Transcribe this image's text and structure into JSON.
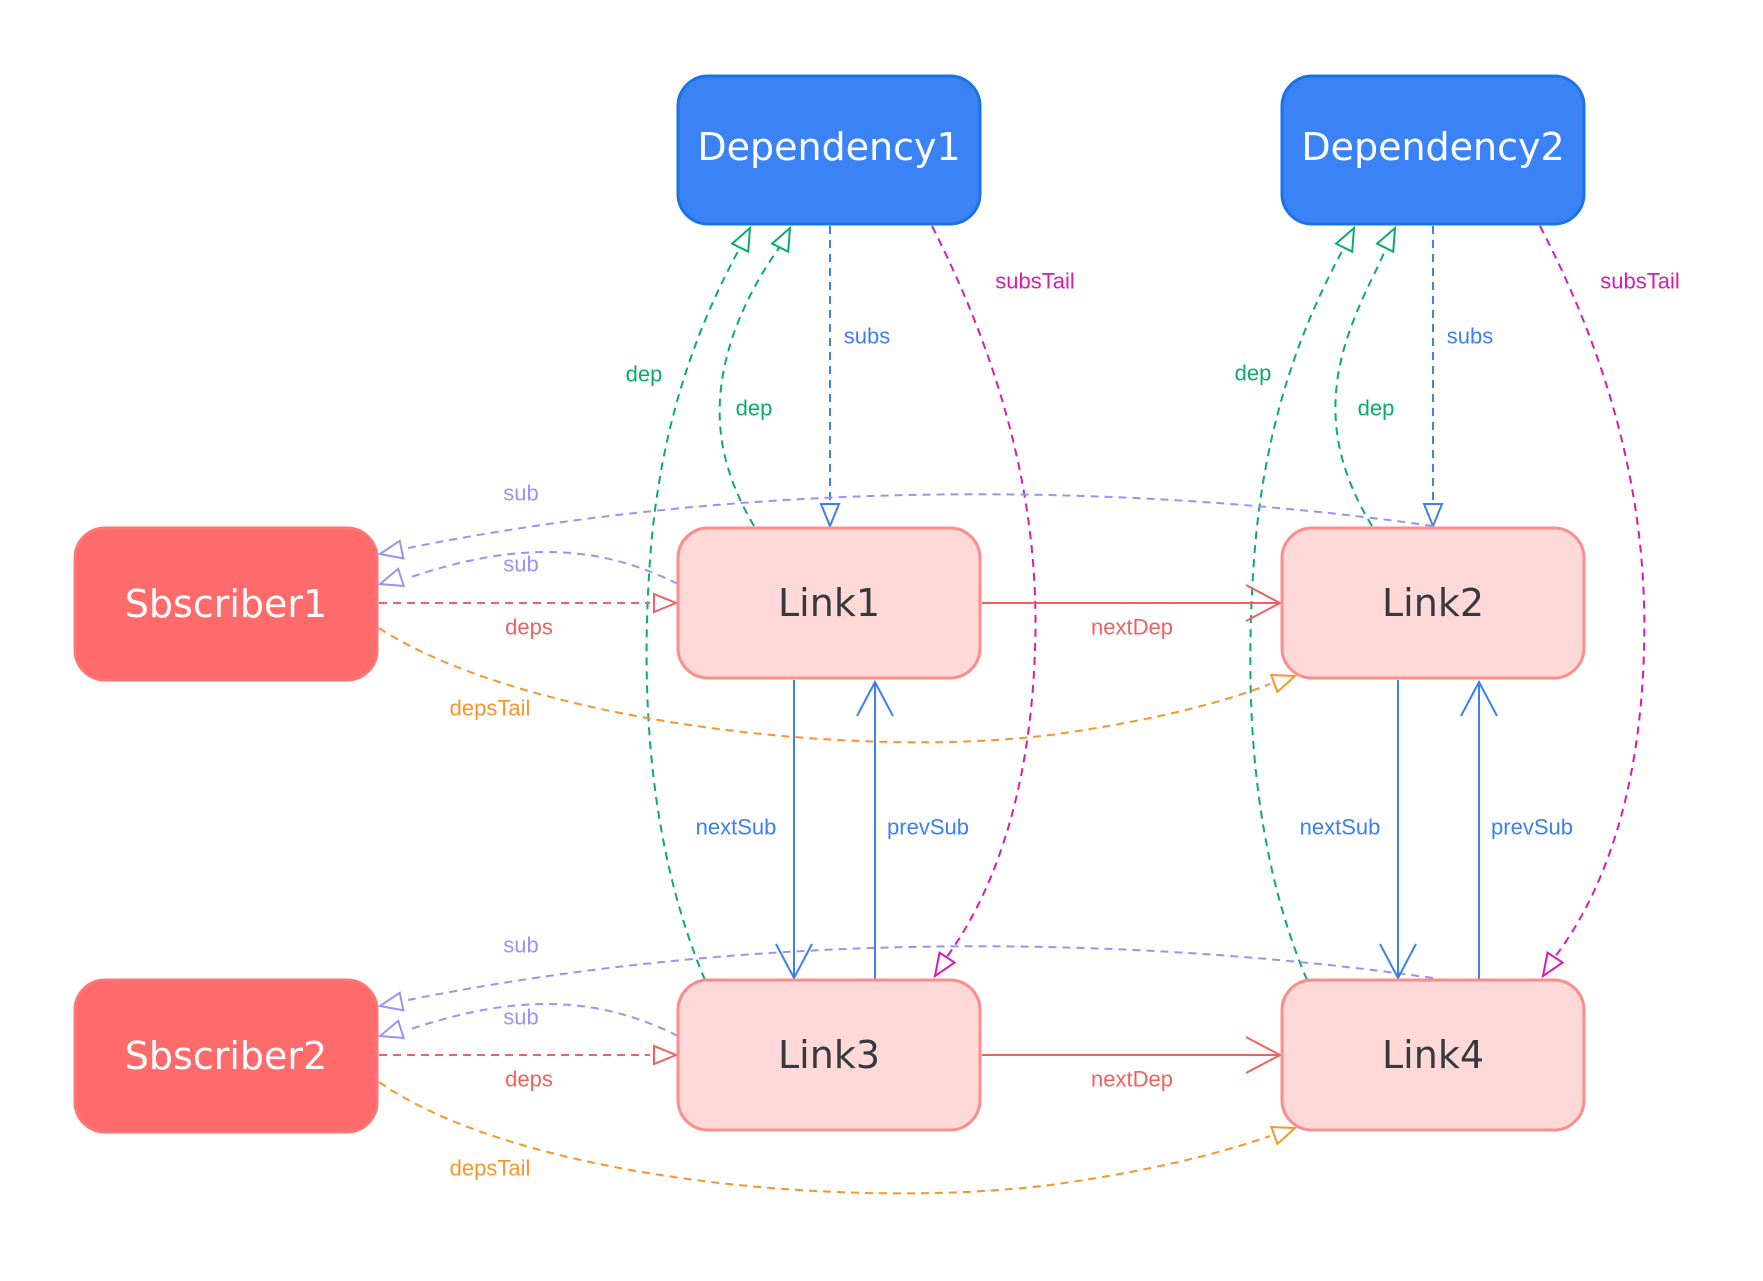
{
  "colors": {
    "dependency_fill": "#3b82f6",
    "dependency_stroke": "#1a73e8",
    "dependency_text": "#ffffff",
    "subscriber_fill": "#ff6b6b",
    "subscriber_stroke": "#ff7474",
    "subscriber_text": "#ffffff",
    "link_fill": "#ffd8d8",
    "link_stroke": "#ff8c8c",
    "link_text": "#343a40",
    "sub": "#9b92f5",
    "subs": "#3b7ff0",
    "dep": "#0bab70",
    "deps": "#f06060",
    "depsTail": "#f7952e",
    "subsTail": "#d81bb0",
    "nextDep": "#f06060",
    "nextSub": "#3b7ff0",
    "prevSub": "#3b7ff0"
  },
  "nodes": {
    "dependency1": {
      "label": "Dependency1",
      "kind": "dependency"
    },
    "dependency2": {
      "label": "Dependency2",
      "kind": "dependency"
    },
    "subscriber1": {
      "label": "Sbscriber1",
      "kind": "subscriber"
    },
    "subscriber2": {
      "label": "Sbscriber2",
      "kind": "subscriber"
    },
    "link1": {
      "label": "Link1",
      "kind": "link"
    },
    "link2": {
      "label": "Link2",
      "kind": "link"
    },
    "link3": {
      "label": "Link3",
      "kind": "link"
    },
    "link4": {
      "label": "Link4",
      "kind": "link"
    }
  },
  "edges": [
    {
      "id": "d1-subs-l1",
      "from": "dependency1",
      "to": "link1",
      "label": "subs",
      "style": "dashed",
      "color_key": "subs",
      "arrow": "hollow-triangle"
    },
    {
      "id": "d2-subs-l2",
      "from": "dependency2",
      "to": "link2",
      "label": "subs",
      "style": "dashed",
      "color_key": "subs",
      "arrow": "hollow-triangle"
    },
    {
      "id": "d1-subsTail-l3",
      "from": "dependency1",
      "to": "link3",
      "label": "subsTail",
      "style": "dashed",
      "color_key": "subsTail",
      "arrow": "hollow-triangle"
    },
    {
      "id": "d2-subsTail-l4",
      "from": "dependency2",
      "to": "link4",
      "label": "subsTail",
      "style": "dashed",
      "color_key": "subsTail",
      "arrow": "hollow-triangle"
    },
    {
      "id": "l1-dep-d1",
      "from": "link1",
      "to": "dependency1",
      "label": "dep",
      "style": "dashed",
      "color_key": "dep",
      "arrow": "hollow-triangle"
    },
    {
      "id": "l3-dep-d1",
      "from": "link3",
      "to": "dependency1",
      "label": "dep",
      "style": "dashed",
      "color_key": "dep",
      "arrow": "hollow-triangle"
    },
    {
      "id": "l2-dep-d2",
      "from": "link2",
      "to": "dependency2",
      "label": "dep",
      "style": "dashed",
      "color_key": "dep",
      "arrow": "hollow-triangle"
    },
    {
      "id": "l4-dep-d2",
      "from": "link4",
      "to": "dependency2",
      "label": "dep",
      "style": "dashed",
      "color_key": "dep",
      "arrow": "hollow-triangle"
    },
    {
      "id": "l1-sub-s1",
      "from": "link1",
      "to": "subscriber1",
      "label": "sub",
      "style": "dashed",
      "color_key": "sub",
      "arrow": "hollow-triangle"
    },
    {
      "id": "l2-sub-s1",
      "from": "link2",
      "to": "subscriber1",
      "label": "sub",
      "style": "dashed",
      "color_key": "sub",
      "arrow": "hollow-triangle"
    },
    {
      "id": "l3-sub-s2",
      "from": "link3",
      "to": "subscriber2",
      "label": "sub",
      "style": "dashed",
      "color_key": "sub",
      "arrow": "hollow-triangle"
    },
    {
      "id": "l4-sub-s2",
      "from": "link4",
      "to": "subscriber2",
      "label": "sub",
      "style": "dashed",
      "color_key": "sub",
      "arrow": "hollow-triangle"
    },
    {
      "id": "s1-deps-l1",
      "from": "subscriber1",
      "to": "link1",
      "label": "deps",
      "style": "dashed",
      "color_key": "deps",
      "arrow": "hollow-triangle"
    },
    {
      "id": "s2-deps-l3",
      "from": "subscriber2",
      "to": "link3",
      "label": "deps",
      "style": "dashed",
      "color_key": "deps",
      "arrow": "hollow-triangle"
    },
    {
      "id": "s1-depsTail-l2",
      "from": "subscriber1",
      "to": "link2",
      "label": "depsTail",
      "style": "dashed",
      "color_key": "depsTail",
      "arrow": "hollow-triangle"
    },
    {
      "id": "s2-depsTail-l4",
      "from": "subscriber2",
      "to": "link4",
      "label": "depsTail",
      "style": "dashed",
      "color_key": "depsTail",
      "arrow": "hollow-triangle"
    },
    {
      "id": "l1-nextDep-l2",
      "from": "link1",
      "to": "link2",
      "label": "nextDep",
      "style": "solid",
      "color_key": "nextDep",
      "arrow": "open"
    },
    {
      "id": "l3-nextDep-l4",
      "from": "link3",
      "to": "link4",
      "label": "nextDep",
      "style": "solid",
      "color_key": "nextDep",
      "arrow": "open"
    },
    {
      "id": "l1-nextSub-l3",
      "from": "link1",
      "to": "link3",
      "label": "nextSub",
      "style": "solid",
      "color_key": "nextSub",
      "arrow": "open"
    },
    {
      "id": "l3-prevSub-l1",
      "from": "link3",
      "to": "link1",
      "label": "prevSub",
      "style": "solid",
      "color_key": "prevSub",
      "arrow": "open"
    },
    {
      "id": "l2-nextSub-l4",
      "from": "link2",
      "to": "link4",
      "label": "nextSub",
      "style": "solid",
      "color_key": "nextSub",
      "arrow": "open"
    },
    {
      "id": "l4-prevSub-l2",
      "from": "link4",
      "to": "link2",
      "label": "prevSub",
      "style": "solid",
      "color_key": "prevSub",
      "arrow": "open"
    }
  ]
}
